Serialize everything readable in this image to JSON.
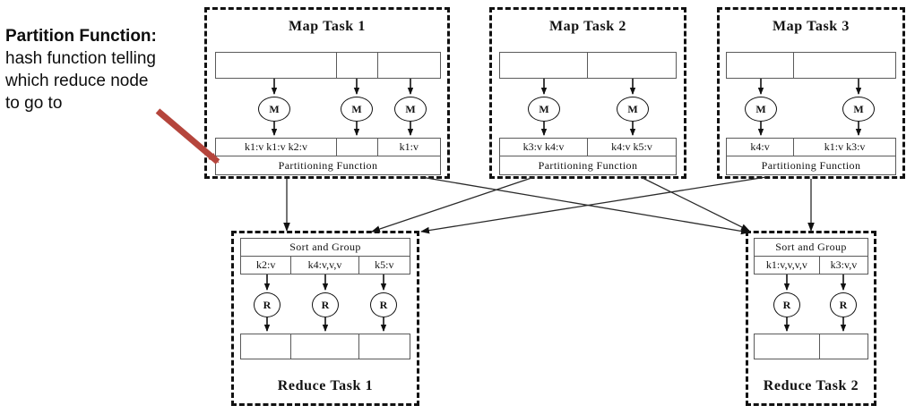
{
  "annotation": {
    "bold_text": "Partition Function:",
    "rest_text": " hash function telling which reduce node to go to",
    "arrow_color": "#B5453C",
    "arrow_name": "red-annotation-arrow"
  },
  "labels": {
    "partitioning_function": "Partitioning Function",
    "sort_and_group": "Sort and Group",
    "map_node": "M",
    "reduce_node": "R"
  },
  "map_tasks": [
    {
      "title": "Map Task 1",
      "input_cells": [
        "",
        "",
        ""
      ],
      "nodes": [
        "M",
        "M",
        "M"
      ],
      "output_cells": [
        "k1:v k1:v k2:v",
        "",
        "k1:v"
      ],
      "partition_label": "Partitioning Function"
    },
    {
      "title": "Map Task 2",
      "input_cells": [
        "",
        ""
      ],
      "nodes": [
        "M",
        "M"
      ],
      "output_cells": [
        "k3:v k4:v",
        "k4:v k5:v"
      ],
      "partition_label": "Partitioning Function"
    },
    {
      "title": "Map Task 3",
      "input_cells": [
        "",
        ""
      ],
      "nodes": [
        "M",
        "M"
      ],
      "output_cells": [
        "k4:v",
        "k1:v k3:v"
      ],
      "partition_label": "Partitioning Function"
    }
  ],
  "reduce_tasks": [
    {
      "title": "Reduce Task 1",
      "group_label": "Sort and Group",
      "group_cells": [
        "k2:v",
        "k4:v,v,v",
        "k5:v"
      ],
      "nodes": [
        "R",
        "R",
        "R"
      ],
      "output_cells": [
        "",
        "",
        ""
      ]
    },
    {
      "title": "Reduce Task 2",
      "group_label": "Sort and Group",
      "group_cells": [
        "k1:v,v,v,v",
        "k3:v,v"
      ],
      "nodes": [
        "R",
        "R"
      ],
      "output_cells": [
        "",
        ""
      ]
    }
  ],
  "colors": {
    "dashed_border": "#111111",
    "cell_border": "#5a5a5a",
    "arrow": "#111111",
    "shuffle_arrow": "#3a3a3a",
    "text": "#111111"
  }
}
